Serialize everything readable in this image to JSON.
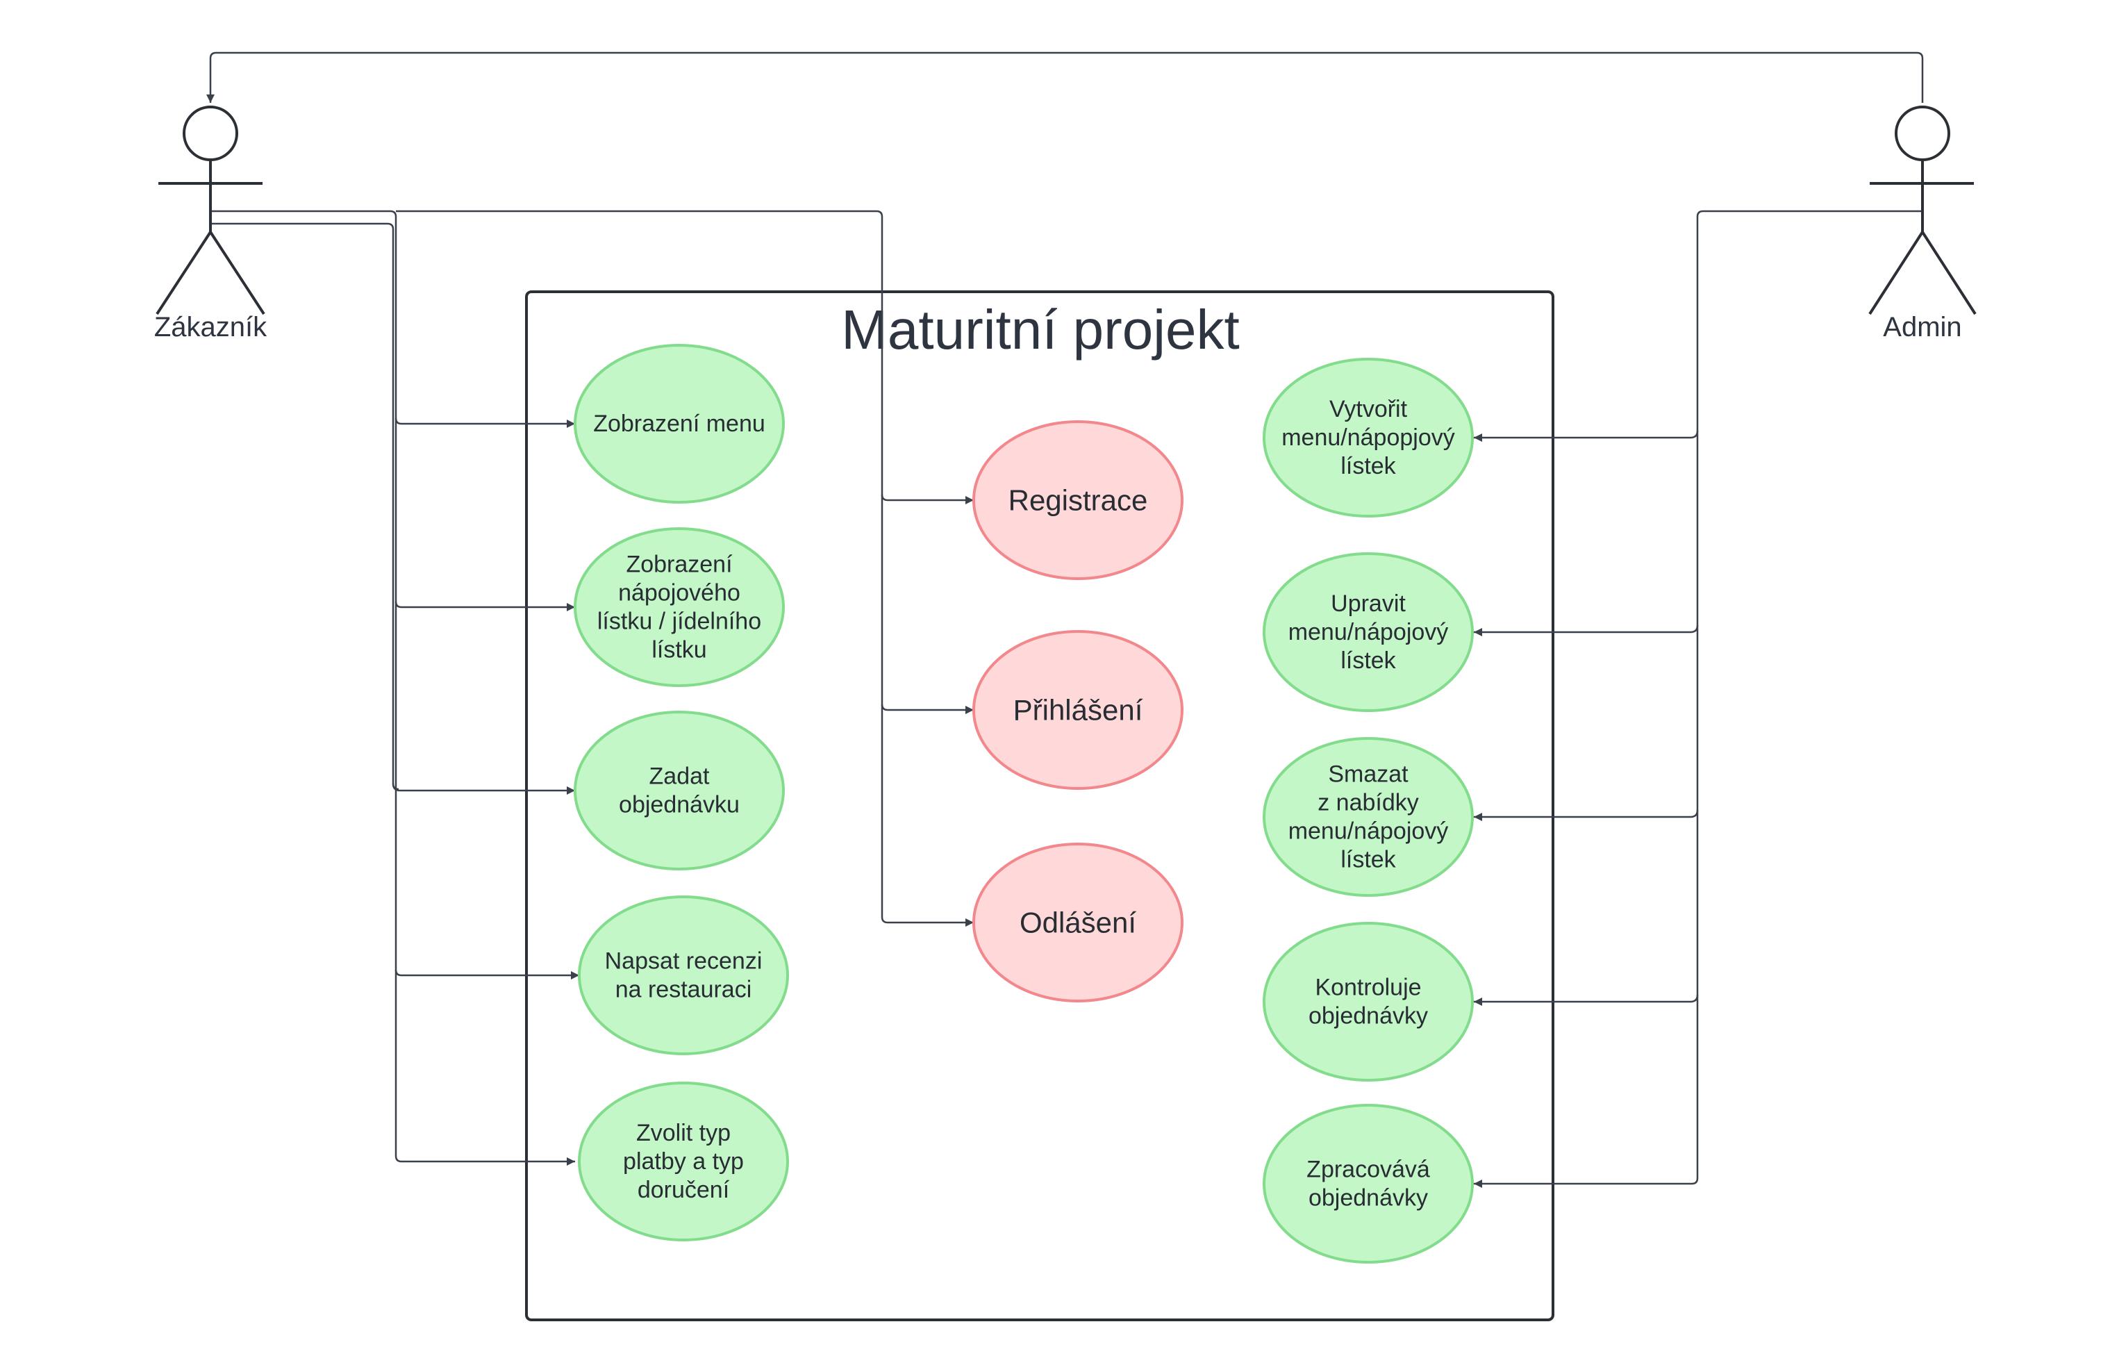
{
  "title": "Maturitní projekt",
  "actors": {
    "customer": {
      "label": "Zákazník"
    },
    "admin": {
      "label": "Admin"
    }
  },
  "customer_use_cases": [
    {
      "lines": [
        "Zobrazení menu"
      ]
    },
    {
      "lines": [
        "Zobrazení",
        "nápojového",
        "lístku / jídelního",
        "lístku"
      ]
    },
    {
      "lines": [
        "Zadat",
        "objednávku"
      ]
    },
    {
      "lines": [
        "Napsat recenzi",
        "na restauraci"
      ]
    },
    {
      "lines": [
        "Zvolit typ",
        "platby a typ",
        "doručení"
      ]
    }
  ],
  "auth_use_cases": [
    {
      "lines": [
        "Registrace"
      ]
    },
    {
      "lines": [
        "Přihlášení"
      ]
    },
    {
      "lines": [
        "Odlášení"
      ]
    }
  ],
  "admin_use_cases": [
    {
      "lines": [
        "Vytvořit",
        "menu/nápopjový",
        "lístek"
      ]
    },
    {
      "lines": [
        "Upravit",
        "menu/nápojový",
        "lístek"
      ]
    },
    {
      "lines": [
        "Smazat",
        "z nabídky",
        "menu/nápojový",
        "lístek"
      ]
    },
    {
      "lines": [
        "Kontroluje",
        "objednávky"
      ]
    },
    {
      "lines": [
        "Zpracovává",
        "objednávky"
      ]
    }
  ],
  "colors": {
    "green_fill": "#c3f7c8",
    "green_stroke": "#82dc8c",
    "red_fill": "#ffd8d9",
    "red_stroke": "#f2888c",
    "line": "#3a414a",
    "text": "#282c33"
  }
}
